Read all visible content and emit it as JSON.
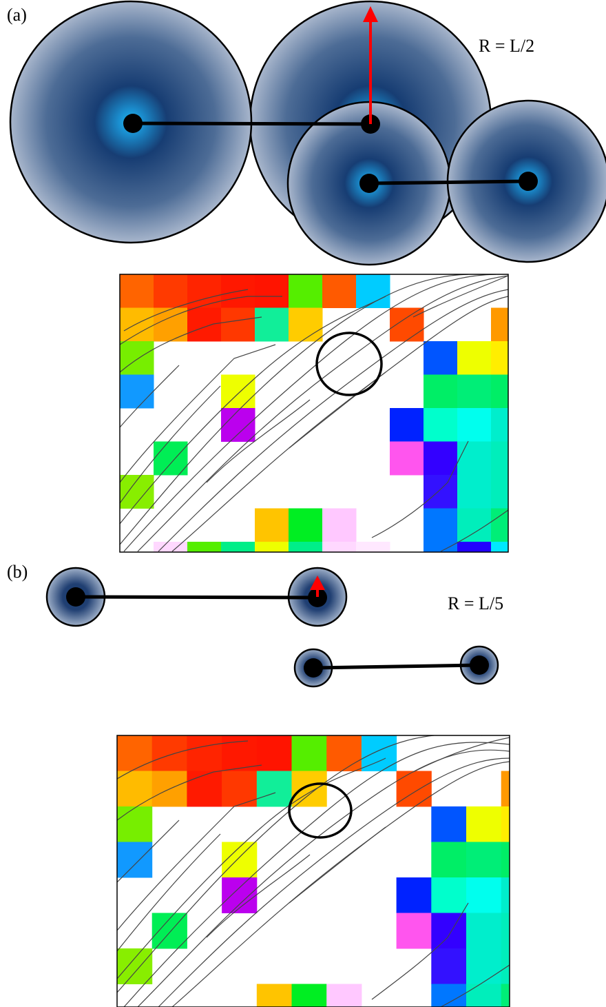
{
  "panels": [
    {
      "label": "(a)",
      "radius_label": "R = L/2"
    },
    {
      "label": "(b)",
      "radius_label": "R = L/5"
    }
  ],
  "colors": {
    "disk_center": "#1fb6ee",
    "disk_mid": "#173d73",
    "disk_edge": "#a8b6cc",
    "node": "#000000",
    "link": "#000000",
    "arrow": "#ff0000",
    "crack_line": "#444444",
    "outline": "#000000"
  },
  "grid": {
    "rows": 8,
    "cols": 12,
    "cells": [
      [
        "#ff6400",
        "#ff3a00",
        "#ff2400",
        "#ff1800",
        "#ff1400",
        "#55ee00",
        "#ff5a00",
        "#00ccff",
        "",
        "",
        "",
        ""
      ],
      [
        "#ffbb00",
        "#ffa000",
        "#ff1a00",
        "#ff3800",
        "#11ee99",
        "#ffcc00",
        "",
        "",
        "#ff4a00",
        "",
        "",
        "#ff9900"
      ],
      [
        "#77ee00",
        "",
        "",
        "",
        "",
        "",
        "",
        "",
        "",
        "#0055ff",
        "#eeff00",
        "#ffee00"
      ],
      [
        "#1199ff",
        "",
        "",
        "#eeff00",
        "",
        "",
        "",
        "",
        "",
        "#00ee66",
        "#00ee77",
        "#00ee66"
      ],
      [
        "",
        "",
        "",
        "#bb00ee",
        "",
        "",
        "",
        "",
        "#0022ff",
        "#00ffcc",
        "#00ffee",
        "#00eecc"
      ],
      [
        "",
        "#00ee55",
        "",
        "",
        "",
        "",
        "",
        "",
        "#ff55ee",
        "#3300ff",
        "#00eecc",
        "#00eebb"
      ],
      [
        "#88ee00",
        "",
        "",
        "",
        "",
        "",
        "",
        "",
        "",
        "#3311ff",
        "#00eecc",
        "#00eebb"
      ],
      [
        "",
        "",
        "",
        "",
        "#ffc400",
        "#00ee22",
        "#ffc8ff",
        "",
        "",
        "#0077ff",
        "#00eebb",
        "#00ee77"
      ]
    ],
    "bottom_partial": [
      "",
      "#ffd8ff",
      "#55ee00",
      "#00ee88",
      "#eeff00",
      "#00ee88",
      "#ffd8ff",
      "#ffe8ff",
      "",
      "#0077ff",
      "#2200ff",
      "#00e8ff"
    ]
  }
}
